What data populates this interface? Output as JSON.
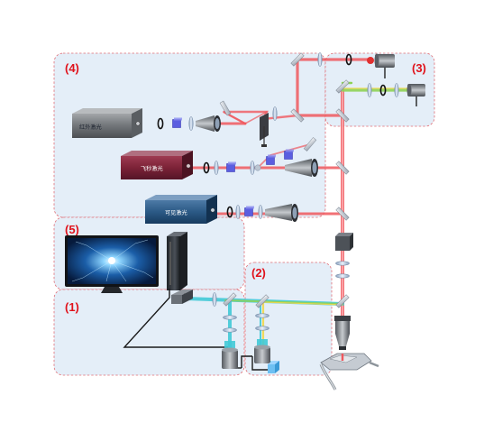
{
  "diagram": {
    "modules": [
      {
        "id": "1",
        "label": "(1)"
      },
      {
        "id": "2",
        "label": "(2)"
      },
      {
        "id": "3",
        "label": "(3)"
      },
      {
        "id": "4",
        "label": "(4)"
      },
      {
        "id": "5",
        "label": "(5)"
      }
    ],
    "lasers": [
      {
        "id": "infrared",
        "label": "红外激光"
      },
      {
        "id": "femtosecond",
        "label": "飞秒激光"
      },
      {
        "id": "visible",
        "label": "可见激光"
      }
    ],
    "colors": {
      "panel_fill": "#e4eef8",
      "panel_border": "#e06d75",
      "laser_red": "#f0585e",
      "beam_green": "#8ed357",
      "beam_cyan": "#40c9d6",
      "beam_yellow": "#f0d64a",
      "signal_line": "#1a1a1a",
      "number_red": "#e0121b"
    },
    "icons": [
      "laser-source-icon",
      "lens-icon",
      "mirror-icon",
      "objective-icon",
      "camera-icon",
      "monitor-icon",
      "computer-icon",
      "microscope-stage-icon",
      "filter-icon"
    ]
  }
}
